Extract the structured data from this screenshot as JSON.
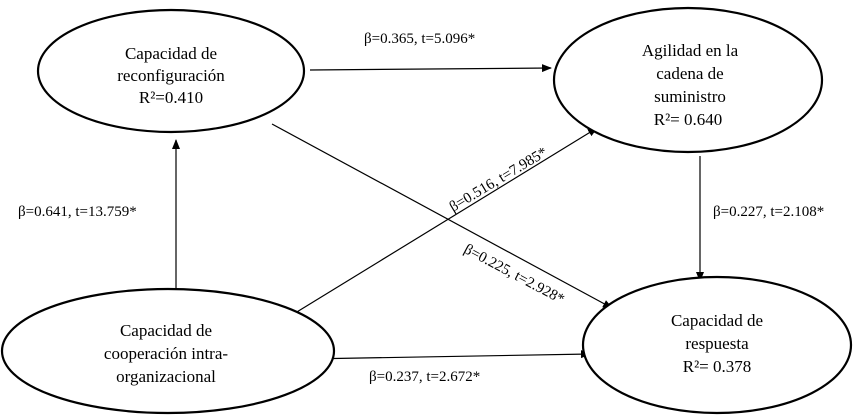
{
  "nodes": {
    "reconfig": {
      "lines": [
        "Capacidad de",
        "reconfiguración",
        "R²=0.410"
      ]
    },
    "agilidad": {
      "lines": [
        "Agilidad en la",
        "cadena de",
        "suministro",
        "R²= 0.640"
      ]
    },
    "cooperacion": {
      "lines": [
        "Capacidad de",
        "cooperación intra-",
        "organizacional"
      ]
    },
    "respuesta": {
      "lines": [
        "Capacidad de",
        "respuesta",
        "R²= 0.378"
      ]
    }
  },
  "edges": {
    "reconfig_agilidad": {
      "label": "β=0.365, t=5.096*"
    },
    "coop_reconfig": {
      "label": "β=0.641, t=13.759*"
    },
    "coop_agilidad": {
      "label": "β=0.516, t=7.985*"
    },
    "reconfig_respuesta": {
      "label": "β=0.225, t=2.928*"
    },
    "agilidad_respuesta": {
      "label": "β=0.227, t=2.108*"
    },
    "coop_respuesta": {
      "label": "β=0.237, t=2.672*"
    }
  }
}
